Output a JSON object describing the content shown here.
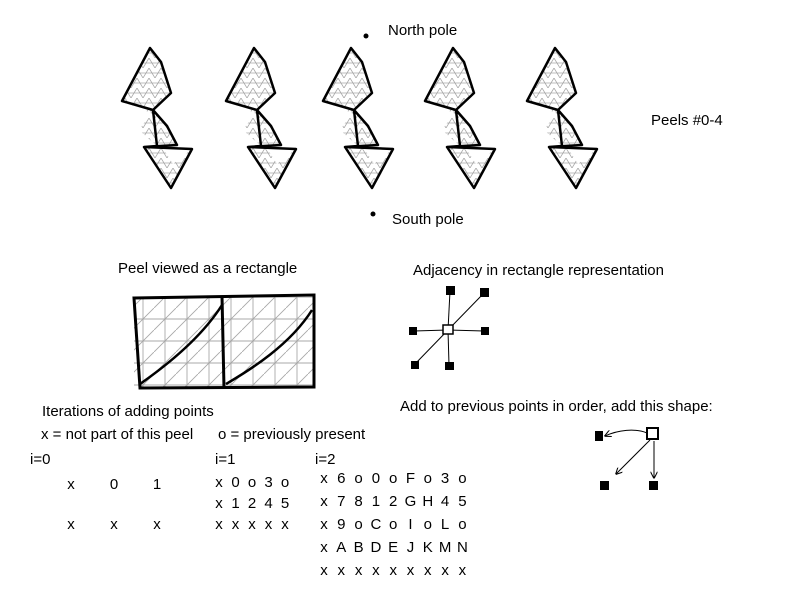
{
  "labels": {
    "north_pole": "North pole",
    "south_pole": "South pole",
    "peels": "Peels #0-4",
    "rect_view": "Peel viewed as a rectangle",
    "adjacency": "Adjacency in rectangle representation",
    "iterations": "Iterations of adding points",
    "legend_x": "x = not part of this peel",
    "legend_o": "o = previously present",
    "add_shape": "Add to previous points in order, add this shape:",
    "i0": "i=0",
    "i1": "i=1",
    "i2": "i=2"
  },
  "grids": {
    "i0": [
      [
        "x",
        "0",
        "1"
      ],
      [
        "x",
        "x",
        "x"
      ]
    ],
    "i1": [
      [
        "x",
        "0",
        "o",
        "3",
        "o"
      ],
      [
        "x",
        "1",
        "2",
        "4",
        "5"
      ],
      [
        "x",
        "x",
        "x",
        "x",
        "x"
      ]
    ],
    "i2": [
      [
        "x",
        "6",
        "o",
        "0",
        "o",
        "F",
        "o",
        "3",
        "o"
      ],
      [
        "x",
        "7",
        "8",
        "1",
        "2",
        "G",
        "H",
        "4",
        "5"
      ],
      [
        "x",
        "9",
        "o",
        "C",
        "o",
        "I",
        "o",
        "L",
        "o"
      ],
      [
        "x",
        "A",
        "B",
        "D",
        "E",
        "J",
        "K",
        "M",
        "N"
      ],
      [
        "x",
        "x",
        "x",
        "x",
        "x",
        "x",
        "x",
        "x",
        "x"
      ]
    ]
  }
}
